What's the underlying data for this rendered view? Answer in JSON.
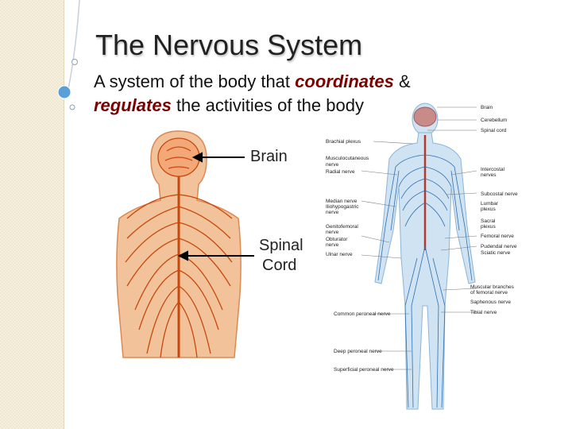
{
  "slide": {
    "title": "The Nervous System",
    "subtitle_parts": [
      {
        "text": "A system of the body that ",
        "emph": false
      },
      {
        "text": "coordinates",
        "emph": true
      },
      {
        "text": " & ",
        "emph": false
      },
      {
        "text": "regulates",
        "emph": true
      },
      {
        "text": " the activities of the body",
        "emph": false
      }
    ]
  },
  "left_figure": {
    "labels": {
      "brain": "Brain",
      "spinal": "Spinal",
      "cord": "Cord"
    }
  },
  "right_figure": {
    "left_labels": [
      "Brachial plexus",
      "Musculocutaneous",
      "nerve",
      "Radial nerve",
      "Median nerve",
      "Iliohypogastric",
      "nerve",
      "Genitofemoral",
      "nerve",
      "Obturator",
      "nerve",
      "Ulnar nerve",
      "Common peroneal nerve",
      "Deep peroneal nerve",
      "Superficial peroneal nerve"
    ],
    "right_labels": [
      "Brain",
      "Cerebellum",
      "Spinal cord",
      "Intercostal",
      "nerves",
      "Subcostal nerve",
      "Lumbar",
      "plexus",
      "Sacral",
      "plexus",
      "Femoral nerve",
      "Pudendal nerve",
      "Sciatic nerve",
      "Muscular branches",
      "of femoral nerve",
      "Saphenous nerve",
      "Tibial nerve"
    ]
  },
  "colors": {
    "accent": "#7a0000",
    "side_strip": "#efe7cf",
    "left_body": "#f2c39a",
    "nerve_orange": "#c8480c",
    "right_body": "#cfe3f2",
    "right_nerve": "#2f6fb0"
  }
}
